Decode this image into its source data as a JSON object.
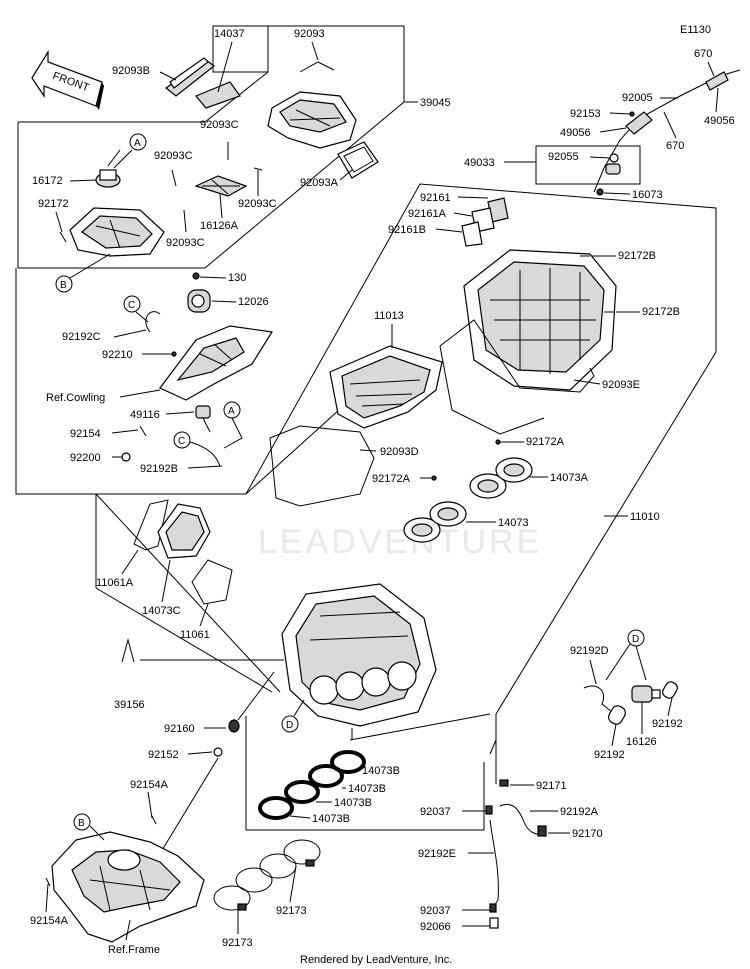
{
  "diagram_code": "E1130",
  "front_label": "FRONT",
  "watermark": "LEADVENTURE",
  "footer": "Rendered by LeadVenture, Inc.",
  "labels": {
    "p14037": "14037",
    "p92093": "92093",
    "p92093B": "92093B",
    "p39045": "39045",
    "p92093C_a": "92093C",
    "p92093C_b": "92093C",
    "p92093C_c": "92093C",
    "p92093C_d": "92093C",
    "p92093A": "92093A",
    "p16172": "16172",
    "p92172": "92172",
    "p16126A": "16126A",
    "p130": "130",
    "p12026": "12026",
    "p92192C": "92192C",
    "p92210": "92210",
    "ref_cowling": "Ref.Cowling",
    "p49116": "49116",
    "p92154": "92154",
    "p92200": "92200",
    "p92192B": "92192B",
    "p11013": "11013",
    "p92093D": "92093D",
    "p92172A_a": "92172A",
    "p92172A_b": "92172A",
    "p14073A": "14073A",
    "p14073": "14073",
    "p11010": "11010",
    "p11061A": "11061A",
    "p14073C": "14073C",
    "p11061": "11061",
    "p39156": "39156",
    "p92160": "92160",
    "p92152": "92152",
    "p92154A_a": "92154A",
    "p92154A_b": "92154A",
    "ref_frame": "Ref.Frame",
    "p92173_a": "92173",
    "p92173_b": "92173",
    "p14073B_a": "14073B",
    "p14073B_b": "14073B",
    "p14073B_c": "14073B",
    "p14073B_d": "14073B",
    "p670_a": "670",
    "p670_b": "670",
    "p92005": "92005",
    "p92153": "92153",
    "p49056_a": "49056",
    "p49056_b": "49056",
    "p49033": "49033",
    "p92055": "92055",
    "p16073": "16073",
    "p92161": "92161",
    "p92161A": "92161A",
    "p92161B": "92161B",
    "p92172B_a": "92172B",
    "p92172B_b": "92172B",
    "p92093E": "92093E",
    "p92192D": "92192D",
    "p92192_a": "92192",
    "p92192_b": "92192",
    "p16126": "16126",
    "p92171": "92171",
    "p92037_a": "92037",
    "p92037_b": "92037",
    "p92192A": "92192A",
    "p92170": "92170",
    "p92192E": "92192E",
    "p92066": "92066"
  },
  "callouts": {
    "A": "A",
    "B": "B",
    "C": "C",
    "D": "D"
  }
}
